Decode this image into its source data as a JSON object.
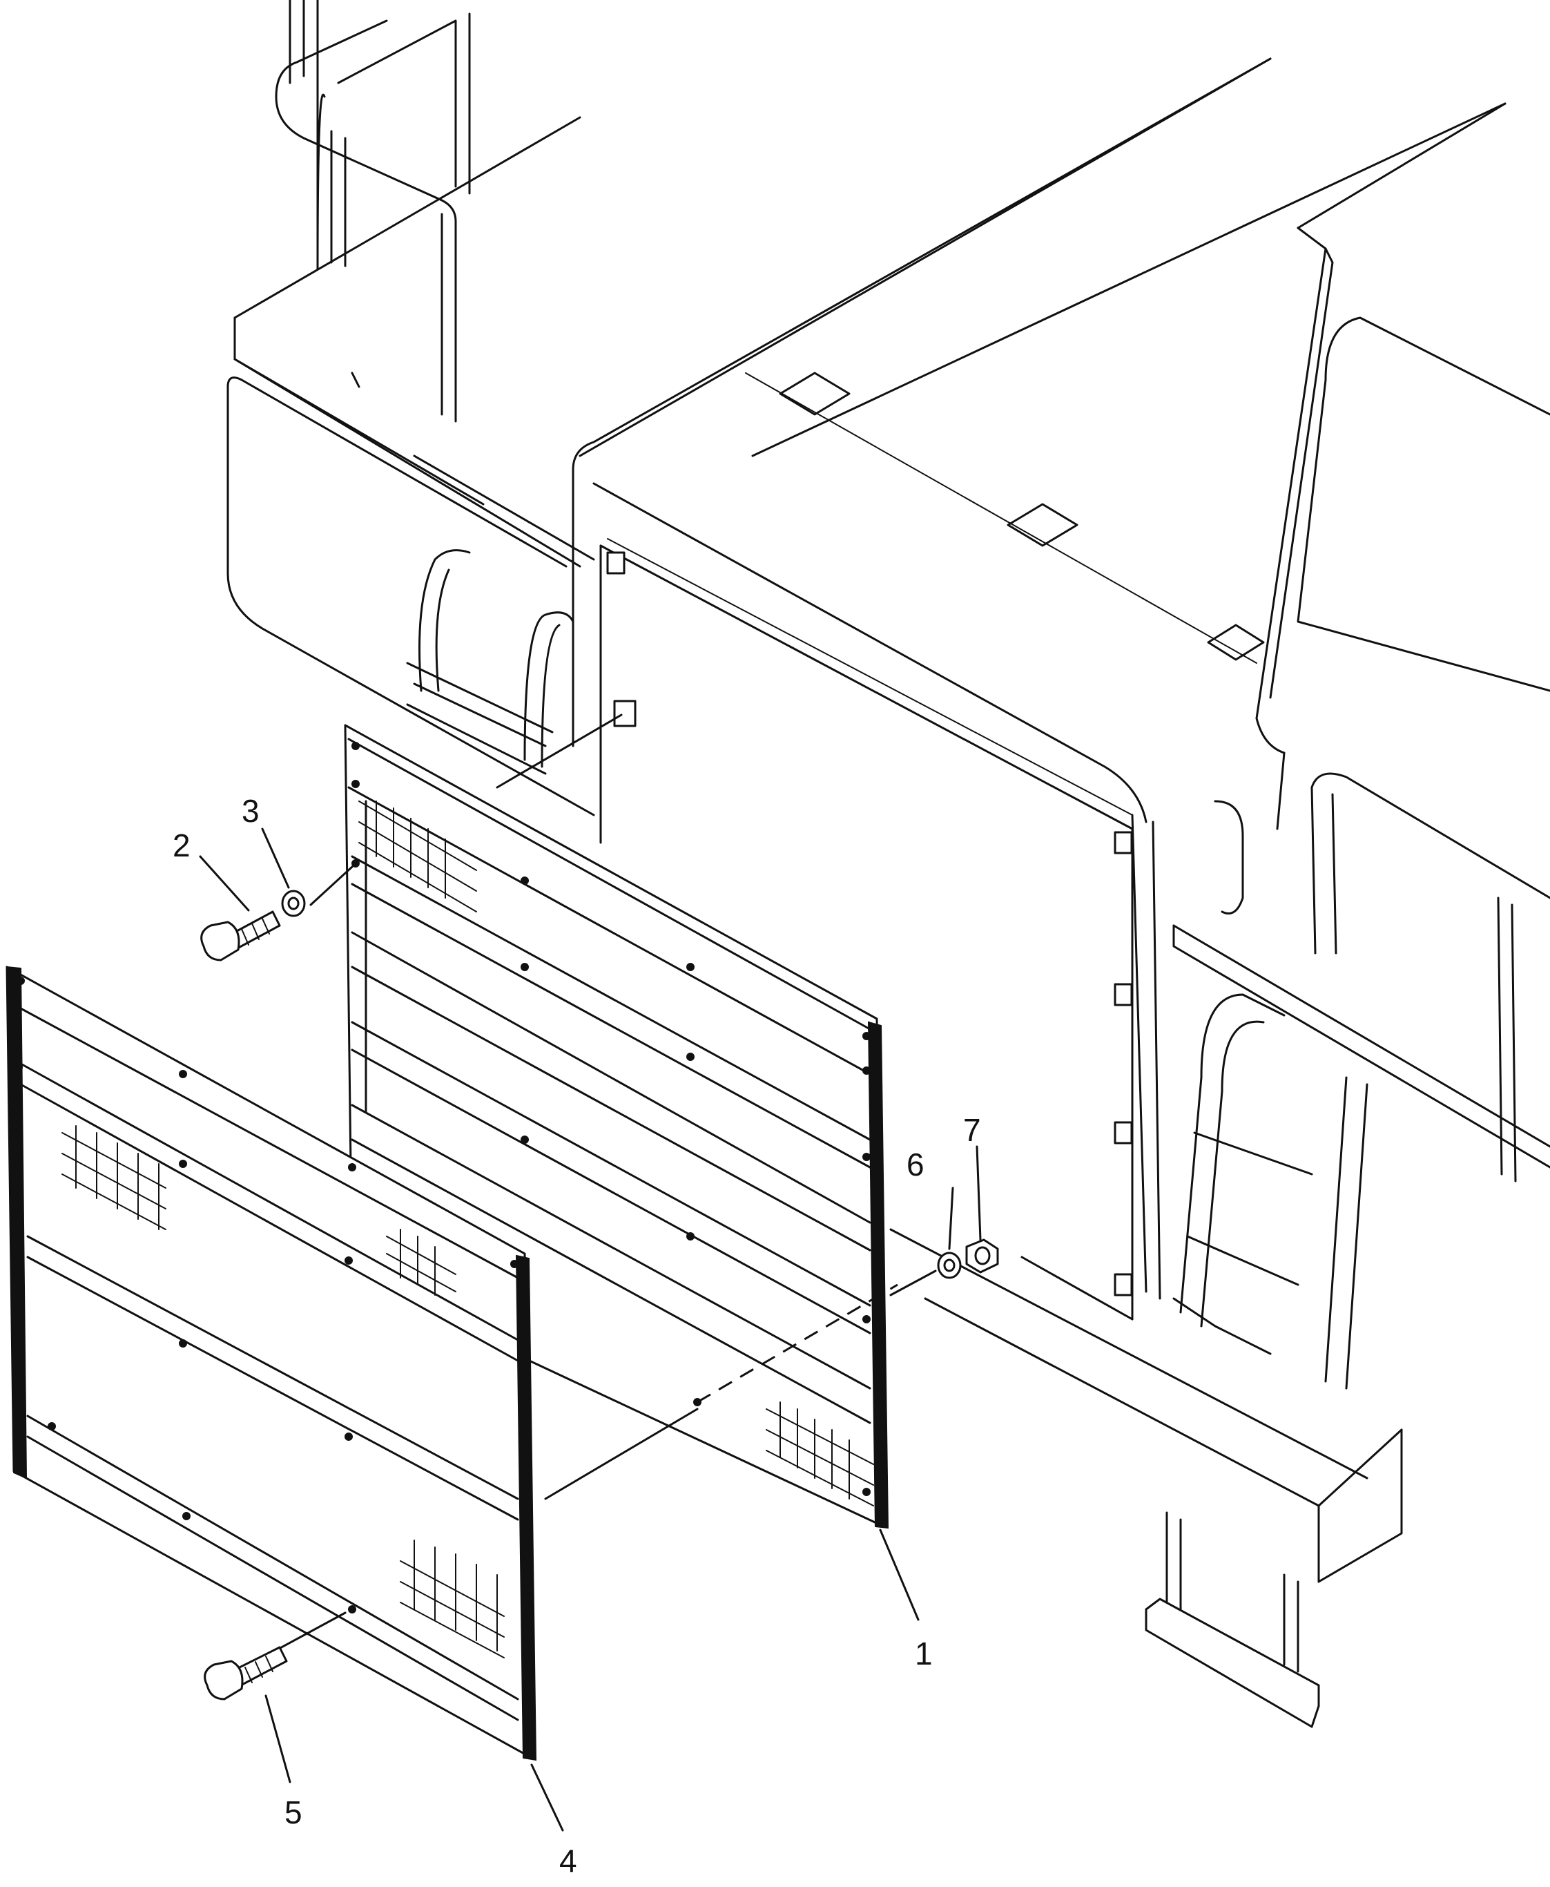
{
  "diagram": {
    "callouts": [
      {
        "id": "1",
        "part": "rear-guard-panel"
      },
      {
        "id": "2",
        "part": "upper-bolt"
      },
      {
        "id": "3",
        "part": "upper-washer"
      },
      {
        "id": "4",
        "part": "front-cover-panel"
      },
      {
        "id": "5",
        "part": "lower-bolt"
      },
      {
        "id": "6",
        "part": "washer"
      },
      {
        "id": "7",
        "part": "nut"
      }
    ]
  }
}
